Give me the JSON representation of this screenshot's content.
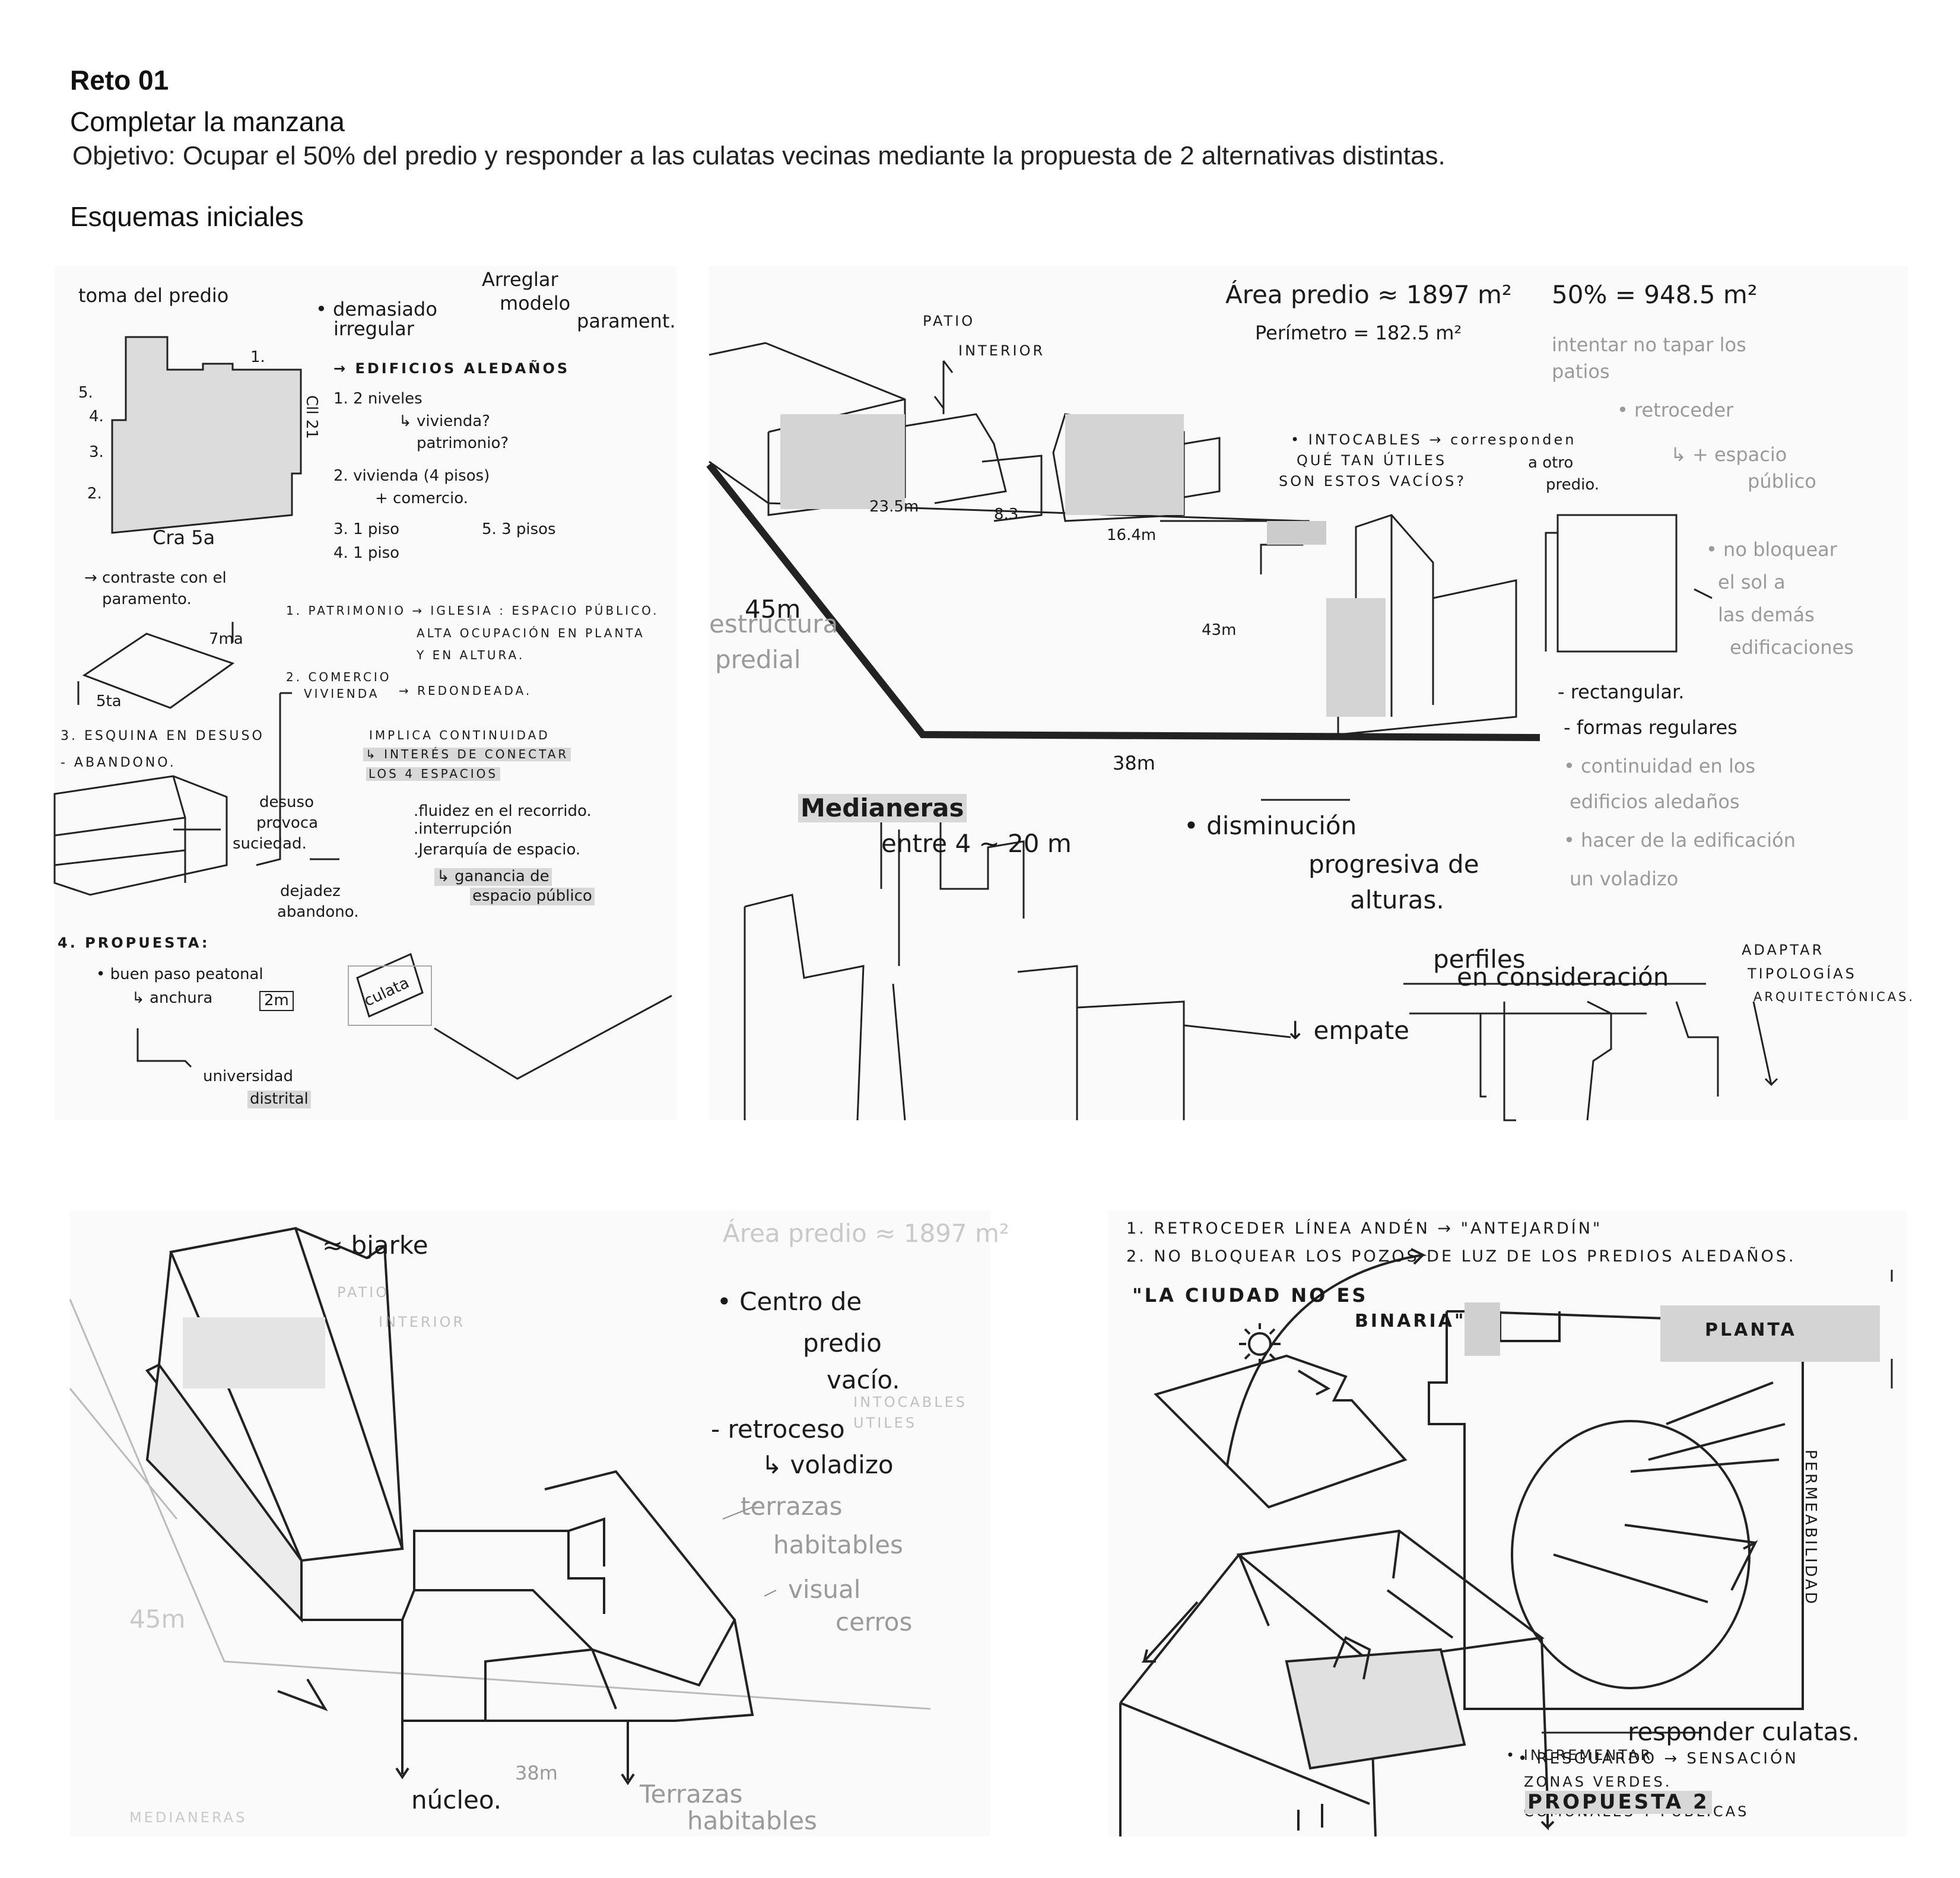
{
  "header": {
    "title": "Reto 01",
    "subtitle": "Completar la manzana",
    "objective": "Objetivo: Ocupar el 50% del predio y responder a las culatas vecinas mediante la propuesta de 2 alternativas distintas.",
    "section": "Esquemas iniciales"
  },
  "sketch1": {
    "toma": "toma del predio",
    "arreglar": "Arreglar",
    "modelo": "modelo",
    "parament": "parament.",
    "demasiado": "• demasiado",
    "irregular": "irregular",
    "edificios": "→ EDIFICIOS ALEDAÑOS",
    "e1": "1. 2 niveles",
    "e1a": "↳ vivienda?",
    "e1b": "patrimonio?",
    "e2": "2. vivienda (4 pisos)",
    "e2a": "+ comercio.",
    "e3": "3. 1 piso",
    "e5": "5. 3 pisos",
    "e4": "4. 1 piso",
    "cra": "Cra 5a",
    "cll": "Cll 21",
    "n1": "1.",
    "n2": "2.",
    "n3": "3.",
    "n4": "4.",
    "n5": "5.",
    "contraste": "→ contraste con el",
    "paramento": "paramento.",
    "patrimonio": "1. PATRIMONIO → IGLESIA : ESPACIO PÚBLICO.",
    "alta": "ALTA OCUPACIÓN EN PLANTA",
    "altura": "Y EN ALTURA.",
    "comercio": "2. COMERCIO",
    "vivienda": "VIVIENDA",
    "redondeada": "→ REDONDEADA.",
    "dim7": "7ma",
    "dim5": "5ta",
    "esquina": "3. ESQUINA EN DESUSO",
    "abandono": "- ABANDONO.",
    "implica": "IMPLICA CONTINUIDAD",
    "interes": "↳ INTERÉS DE CONECTAR",
    "espacios": "LOS 4 ESPACIOS",
    "desuso": "desuso",
    "provoca": "provoca",
    "suciedad": "suciedad.",
    "fluidez": ".fluidez en el recorrido.",
    "interrupcion": ".interrupción",
    "jerarquia": ".Jerarquía de espacio.",
    "ganancia": "↳ ganancia de",
    "espaciopub": "espacio público",
    "dejadez": "dejadez",
    "abandono2": "abandono.",
    "propuesta": "4. PROPUESTA:",
    "buen": "• buen paso peatonal",
    "anchura": "↳ anchura",
    "dos_m": "2m",
    "culata": "culata",
    "universidad": "universidad",
    "distrital": "distrital"
  },
  "sketch2": {
    "patio": "PATIO",
    "interior": "INTERIOR",
    "area": "Área predio ≈ 1897 m²",
    "perimetro": "Perímetro = 182.5 m²",
    "cincuenta": "50% = 948.5 m²",
    "intentar": "intentar no tapar los",
    "patios": "patios",
    "retroceder": "• retroceder",
    "espacio": "↳ + espacio",
    "publico": "público",
    "intocables": "• INTOCABLES → corresponden",
    "que": "QUÉ TAN ÚTILES",
    "son": "SON ESTOS VACÍOS?",
    "otro": "a otro",
    "predio": "predio.",
    "d235": "23.5m",
    "d83": "8.3",
    "d164": "16.4m",
    "d43": "43m",
    "d45": "45m",
    "d38": "38m",
    "estructura": "estructura",
    "predial": "predial",
    "nobloquear": "• no bloquear",
    "sol": "el sol a",
    "demas": "las demás",
    "edificaciones": "edificaciones",
    "rectangular": "- rectangular.",
    "formas": "- formas regulares",
    "continuidad": "• continuidad en los",
    "edificios": "edificios aledaños",
    "hacer": "• hacer de la edificación",
    "voladizo": "un voladizo",
    "medianeras": "Medianeras",
    "entre": "entre 4 ~ 20 m",
    "disminucion": "• disminución",
    "progresiva": "progresiva de",
    "alturas": "alturas.",
    "perfiles": "perfiles",
    "consideracion": "en consideración",
    "adaptar": "ADAPTAR",
    "tipologias": "TIPOLOGÍAS",
    "arquitectonicas": "ARQUITECTÓNICAS.",
    "empate": "↓ empate"
  },
  "sketch3": {
    "bjarke": "≈ bjarke",
    "centro": "• Centro de",
    "predio": "predio",
    "vacio": "vacío.",
    "retroceso": "- retroceso",
    "voladizo": "↳ voladizo",
    "terrazas": "terrazas",
    "habitables": "habitables",
    "visual": "visual",
    "cerros": "cerros",
    "d38": "38m",
    "nucleo": "núcleo.",
    "terrazas2": "Terrazas",
    "habitables2": "habitables",
    "ghost_area": "Área predio ≈ 1897 m²",
    "ghost_patio": "PATIO",
    "ghost_interior": "INTERIOR",
    "ghost_intocables": "INTOCABLES",
    "ghost_utiles": "UTILES",
    "ghost_45": "45m",
    "ghost_medianeras": "MEDIANERAS"
  },
  "sketch4": {
    "line1": "1. RETROCEDER LÍNEA ANDÉN → \"ANTEJARDÍN\"",
    "line2": "2. NO BLOQUEAR LOS POZOS DE LUZ DE LOS PREDIOS ALEDAÑOS.",
    "quote1": "\"LA CIUDAD NO ES",
    "quote2": "BINARIA\"",
    "planta": "PLANTA",
    "permeabilidad": "PERMEABILIDAD",
    "responder": "responder culatas.",
    "incrementar": "• INCREMENTAR",
    "zonas": "ZONAS VERDES.",
    "comunales": "COMUNALES Y PÚBLICAS",
    "resguardo": "• RESGUARDO → SENSACIÓN",
    "propuesta2": "PROPUESTA 2"
  }
}
